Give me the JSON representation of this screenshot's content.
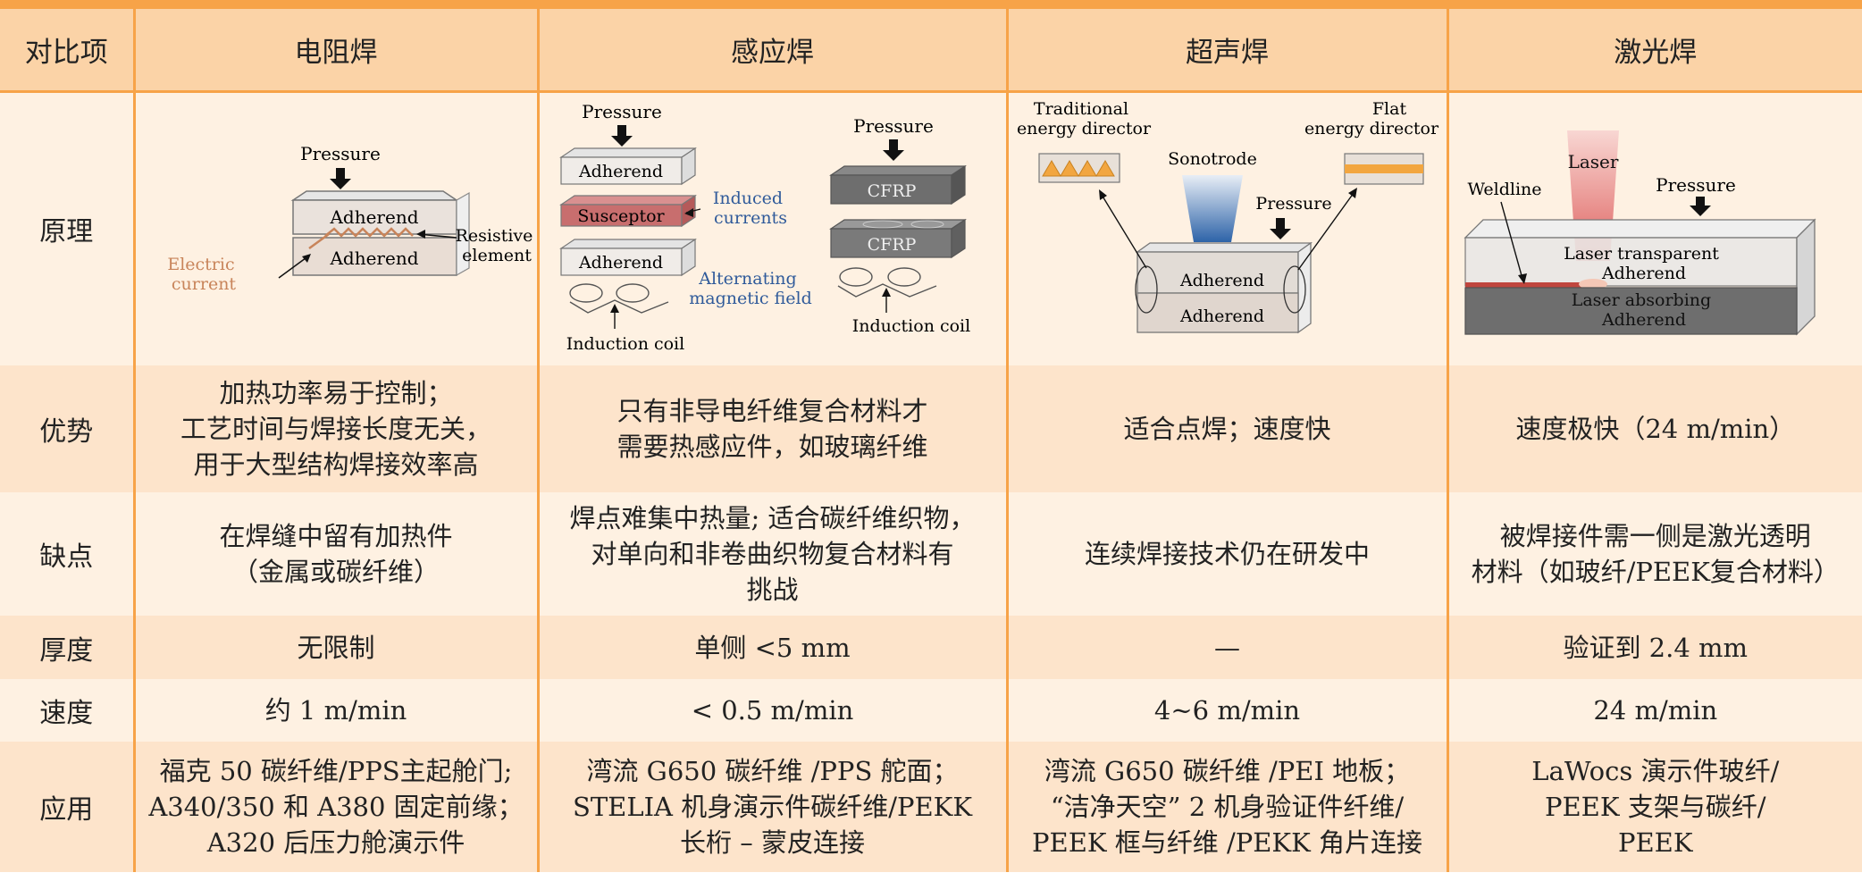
{
  "header": {
    "col0": "对比项",
    "col1": "电阻焊",
    "col2": "感应焊",
    "col3": "超声焊",
    "col4": "激光焊"
  },
  "rows": {
    "principle": {
      "label": "原理",
      "resistance": {
        "pressure": "Pressure",
        "adherend_top": "Adherend",
        "adherend_bottom": "Adherend",
        "resistive": [
          "Resistive",
          "element"
        ],
        "electric": [
          "Electric",
          "current"
        ]
      },
      "induction": {
        "pressure_left": "Pressure",
        "adherend_top": "Adherend",
        "susceptor": "Susceptor",
        "adherend_bottom": "Adherend",
        "induced": [
          "Induced",
          "currents"
        ],
        "alternating": [
          "Alternating",
          "magnetic field"
        ],
        "coil_left": "Induction coil",
        "pressure_right": "Pressure",
        "cfrp_top": "CFRP",
        "cfrp_bottom": "CFRP",
        "coil_right": "Induction coil"
      },
      "ultrasonic": {
        "traditional": [
          "Traditional",
          "energy director"
        ],
        "flat": [
          "Flat",
          "energy director"
        ],
        "sonotrode": "Sonotrode",
        "pressure": "Pressure",
        "adherend_top": "Adherend",
        "adherend_bottom": "Adherend"
      },
      "laser": {
        "laser": "Laser",
        "weldline": "Weldline",
        "pressure": "Pressure",
        "transparent": [
          "Laser transparent",
          "Adherend"
        ],
        "absorbing": [
          "Laser absorbing",
          "Adherend"
        ]
      }
    },
    "advantage": {
      "label": "优势",
      "c1": [
        "加热功率易于控制；",
        "工艺时间与焊接长度无关，",
        "用于大型结构焊接效率高"
      ],
      "c2": [
        "只有非导电纤维复合材料才",
        "需要热感应件，如玻璃纤维"
      ],
      "c3": [
        "适合点焊；速度快"
      ],
      "c4": [
        "速度极快（24 m/min）"
      ]
    },
    "disadvantage": {
      "label": "缺点",
      "c1": [
        "在焊缝中留有加热件",
        "（金属或碳纤维）"
      ],
      "c2": [
        "焊点难集中热量; 适合碳纤维织物，",
        "对单向和非卷曲织物复合材料有",
        "挑战"
      ],
      "c3": [
        "连续焊接技术仍在研发中"
      ],
      "c4": [
        "被焊接件需一侧是激光透明",
        "材料（如玻纤/PEEK复合材料）"
      ]
    },
    "thickness": {
      "label": "厚度",
      "c1": "无限制",
      "c2": "单侧 <5 mm",
      "c3": "—",
      "c4": "验证到 2.4 mm"
    },
    "speed": {
      "label": "速度",
      "c1": "约 1 m/min",
      "c2": "< 0.5 m/min",
      "c3": "4~6 m/min",
      "c4": "24 m/min"
    },
    "application": {
      "label": "应用",
      "c1": [
        "福克 50 碳纤维/PPS主起舱门;",
        "A340/350 和 A380 固定前缘；",
        "A320 后压力舱演示件"
      ],
      "c2": [
        "湾流 G650 碳纤维 /PPS 舵面；",
        "STELIA 机身演示件碳纤维/PEKK",
        "长桁 – 蒙皮连接"
      ],
      "c3": [
        "湾流 G650 碳纤维 /PEI 地板；",
        "“洁净天空” 2 机身验证件纤维/",
        "PEEK 框与纤维 /PEKK 角片连接"
      ],
      "c4": [
        "LaWocs 演示件玻纤/",
        "PEEK 支架与碳纤/",
        "PEEK"
      ]
    }
  },
  "colors": {
    "accent": "#f7a348",
    "header_bg": "#fbd3a7",
    "row_light": "#fef1e2",
    "row_mid": "#fde4cb",
    "electric_label": "#c8845a",
    "induced_label": "#2f5a9a"
  }
}
